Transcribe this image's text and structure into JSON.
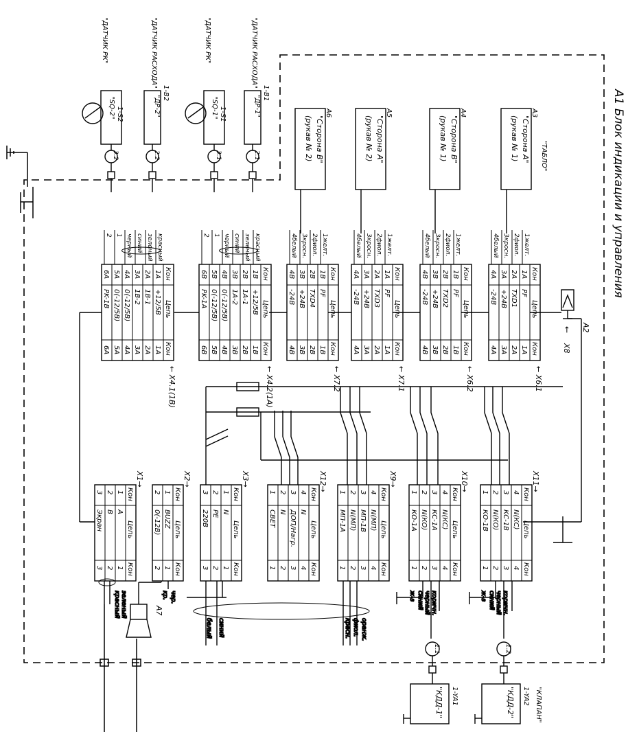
{
  "title": "А1 Блок индикации и управления",
  "units": {
    "a2_label": "A2",
    "a7_label": "A7",
    "sensors": [
      {
        "tag": "\"ДАТЧИК РК\"",
        "name": "\"SQ-2\"",
        "code": "1-S2",
        "ring": "3.2"
      },
      {
        "tag": "\"ДАТЧИК РАСХОДА\"",
        "name": "\"ДР-2\"",
        "code": "1-B2",
        "ring": "2.2"
      },
      {
        "tag": "\"ДАТЧИК РК\"",
        "name": "\"SQ-1\"",
        "code": "1-S1",
        "ring": "3.1"
      },
      {
        "tag": "\"ДАТЧИК РАСХОДА\"",
        "name": "\"ДР-1\"",
        "code": "1-B1",
        "ring": "2.1"
      }
    ],
    "panels": [
      {
        "id": "A6",
        "l1": "\"Сторона В\"",
        "l2": "(рукав № 2)",
        "tag": ""
      },
      {
        "id": "A5",
        "l1": "\"Сторона А\"",
        "l2": "(рукав № 2)",
        "tag": ""
      },
      {
        "id": "A4",
        "l1": "\"Сторона В\"",
        "l2": "(рукав № 1)",
        "tag": ""
      },
      {
        "id": "A3",
        "l1": "\"Сторона А\"",
        "l2": "(рукав № 1)",
        "tag": "\"ТАБЛО\""
      }
    ],
    "valves": [
      {
        "name": "\"КДД-1\"",
        "code": "1-YA1",
        "ring": "1.1",
        "tag": ""
      },
      {
        "name": "\"КДД-2\"",
        "code": "1-YA2",
        "ring": "1.2",
        "tag": "\"КЛАПАН\""
      }
    ]
  },
  "kon": "Кон",
  "cep": "Цепь",
  "top_blocks": [
    {
      "name": "X4.1(1В)",
      "lk": [
        "1A",
        "2A",
        "3A",
        "4A",
        "5A",
        "6A"
      ],
      "ck": [
        "+12/5B",
        "1B-1",
        "1B-2",
        "0(-12/5B)",
        "0(-12/5B)",
        "PK-1B"
      ],
      "rk": [
        "1A",
        "2A",
        "3A",
        "4A",
        "5A",
        "6A"
      ],
      "wires": [
        "красный",
        "зеленый",
        "синий",
        "черный",
        "1",
        "2"
      ]
    },
    {
      "name": "X4.2(1А)",
      "lk": [
        "1B",
        "2B",
        "3B",
        "4B",
        "5B",
        "6B"
      ],
      "ck": [
        "+12/5B",
        "1A-1",
        "1A-2",
        "0(-12/5B)",
        "0(-12/5B)",
        "PK-1A"
      ],
      "rk": [
        "1B",
        "2B",
        "3B",
        "4B",
        "5B",
        "6B"
      ],
      "wires": [
        "красный",
        "зеленый",
        "синий",
        "черный",
        "1",
        "2"
      ]
    },
    {
      "name": "X7.2",
      "lk": [
        "1B",
        "2B",
        "3B",
        "4B"
      ],
      "ck": [
        "PF",
        "TXD4",
        "+24B",
        "-24B"
      ],
      "rk": [
        "1B",
        "2B",
        "3B",
        "4B"
      ],
      "wires": [
        "1желт.",
        "2фиол.",
        "3кросн.",
        "4белый"
      ]
    },
    {
      "name": "X7.1",
      "lk": [
        "1A",
        "2A",
        "3A",
        "4A"
      ],
      "ck": [
        "PF",
        "TXD3",
        "+24B",
        "-24B"
      ],
      "rk": [
        "1A",
        "2A",
        "3A",
        "4A"
      ],
      "wires": [
        "1желт.",
        "2фиол.",
        "3кросн.",
        "4белый"
      ]
    },
    {
      "name": "X6.2",
      "lk": [
        "1B",
        "2B",
        "3B",
        "4B"
      ],
      "ck": [
        "PF",
        "TXD2",
        "+24B",
        "-24B"
      ],
      "rk": [
        "1B",
        "2B",
        "3B",
        "4B"
      ],
      "wires": [
        "1желт.",
        "2фиол.",
        "3кросн.",
        "4белый"
      ]
    },
    {
      "name": "X6.1",
      "lk": [
        "1A",
        "2A",
        "3A",
        "4A"
      ],
      "ck": [
        "PF",
        "TXD1",
        "+24B",
        "-24B"
      ],
      "rk": [
        "1A",
        "2A",
        "3A",
        "4A"
      ],
      "wires": [
        "1желт.",
        "2фиол.",
        "3кросн.",
        "4белый"
      ]
    }
  ],
  "x8_label": "X8",
  "bottom_blocks": [
    {
      "name": "X1",
      "lk": [
        "1",
        "2",
        "3"
      ],
      "ck": [
        "A",
        "B",
        "Экран"
      ],
      "rk": [
        "1",
        "2",
        "3"
      ]
    },
    {
      "name": "X2",
      "lk": [
        "1",
        "2"
      ],
      "ck": [
        "BUZZ",
        "0(-12B)"
      ],
      "rk": [
        "1",
        "2"
      ]
    },
    {
      "name": "X3",
      "lk": [
        "1",
        "2",
        "3"
      ],
      "ck": [
        "N",
        "PE",
        "220B"
      ],
      "rk": [
        "1",
        "2",
        "3"
      ]
    },
    {
      "name": "X12",
      "lk": [
        "4",
        "3",
        "2",
        "1"
      ],
      "ck": [
        "N",
        "ДОП/Нагр.",
        "N",
        "СВЕТ"
      ],
      "rk": [
        "4",
        "3",
        "2",
        "1"
      ]
    },
    {
      "name": "X9",
      "lk": [
        "4",
        "3",
        "2",
        "1"
      ],
      "ck": [
        "N(МП)",
        "МП-1В",
        "N(МП)",
        "МП-1А"
      ],
      "rk": [
        "4",
        "3",
        "2",
        "1"
      ]
    },
    {
      "name": "X10",
      "lk": [
        "4",
        "3",
        "2",
        "1"
      ],
      "ck": [
        "N(КС)",
        "КС-1А",
        "N(КО)",
        "КО-1А"
      ],
      "rk": [
        "4",
        "3",
        "2",
        "1"
      ]
    },
    {
      "name": "X11",
      "lk": [
        "4",
        "3",
        "2",
        "1"
      ],
      "ck": [
        "N(КС)",
        "КС-1В",
        "N(КО)",
        "КО-1В"
      ],
      "rk": [
        "4",
        "3",
        "2",
        "1"
      ]
    }
  ],
  "bottom_wires": {
    "x1": [
      "красный",
      "зеленый"
    ],
    "x2": [
      "кр.",
      "чер."
    ],
    "x3": [
      "белый",
      "синий"
    ],
    "x9": [
      "оранж.",
      "фиол.",
      "красн."
    ],
    "x10": [
      "коричн.",
      "черный",
      "синий",
      "ж-з"
    ],
    "x11": [
      "коричн.",
      "черный",
      "синий",
      "ж-з"
    ]
  }
}
